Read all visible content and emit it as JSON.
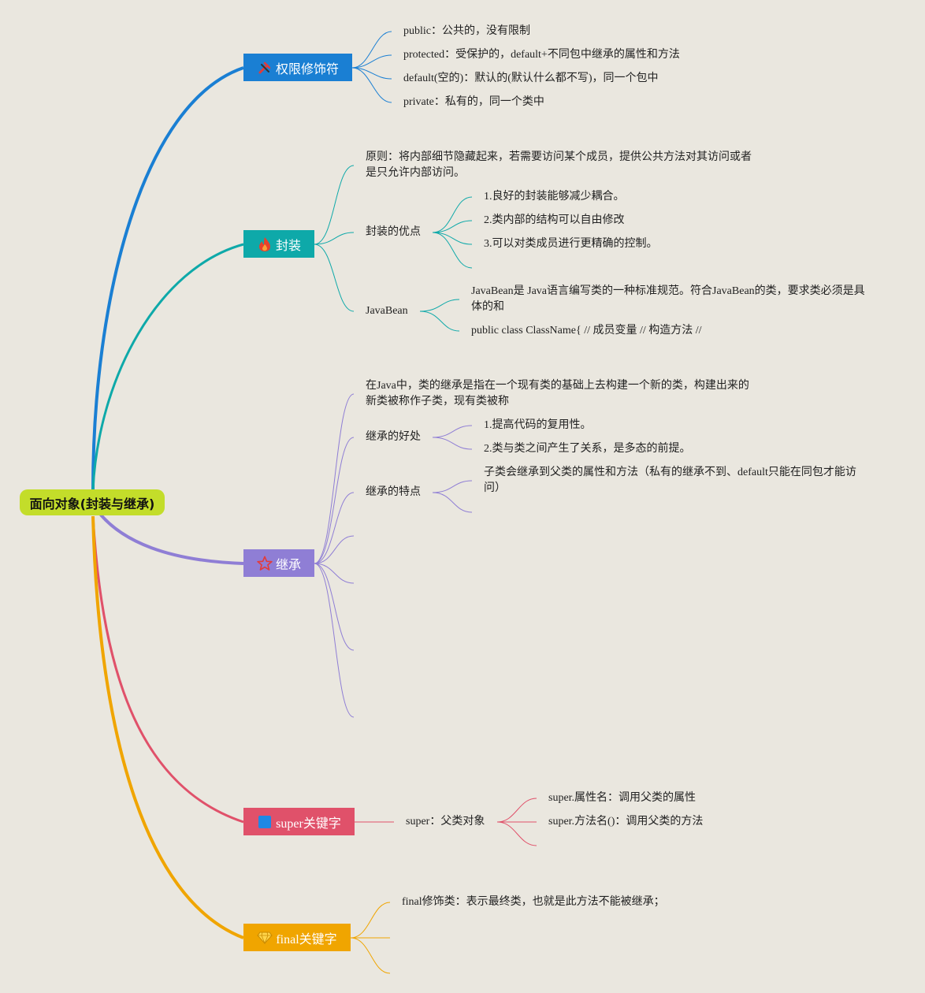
{
  "root": {
    "label": "面向对象(封装与继承)"
  },
  "access": {
    "label": "权限修饰符",
    "icon": "tools-icon",
    "color": "#1a7fd3",
    "items": [
      "public：公共的，没有限制",
      "protected：受保护的，default+不同包中继承的属性和方法",
      "default(空的)：默认的(默认什么都不写)，同一个包中",
      "private：私有的，同一个类中"
    ]
  },
  "encap": {
    "label": "封装",
    "icon": "fire-icon",
    "color": "#0ea9a9",
    "principle": "原则：将内部细节隐藏起来，若需要访问某个成员，提供公共方法对其访问或者是只允许内部访问。",
    "advantages": {
      "label": "封装的优点",
      "items": [
        "1.良好的封装能够减少耦合。",
        "2.类内部的结构可以自由修改",
        "3.可以对类成员进行更精确的控制。"
      ]
    },
    "javabean": {
      "label": "JavaBean",
      "items": [
        "JavaBean是 Java语言编写类的一种标准规范。符合JavaBean的类，要求类必须是具体的和",
        "public class ClassName{ // 成员变量 // 构造方法 //"
      ]
    }
  },
  "inherit": {
    "label": "继承",
    "icon": "star-icon",
    "color": "#8f7ed5",
    "intro": "在Java中，类的继承是指在一个现有类的基础上去构建一个新的类，构建出来的新类被称作子类，现有类被称",
    "benefits": {
      "label": "继承的好处",
      "items": [
        "1.提高代码的复用性。",
        "2.类与类之间产生了关系，是多态的前提。"
      ]
    },
    "features": {
      "label": "继承的特点",
      "items": [
        "子类会继承到父类的属性和方法（私有的继承不到、default只能在同包才能访问）"
      ]
    }
  },
  "super": {
    "label": "super关键字",
    "icon": "square-icon",
    "color": "#e0516a",
    "child": {
      "label": "super：父类对象",
      "items": [
        "super.属性名：调用父类的属性",
        "super.方法名()：调用父类的方法"
      ]
    }
  },
  "final": {
    "label": "final关键字",
    "icon": "diamond-icon",
    "color": "#f0a500",
    "items": [
      "final修饰类：表示最终类，也就是此方法不能被继承；"
    ]
  }
}
